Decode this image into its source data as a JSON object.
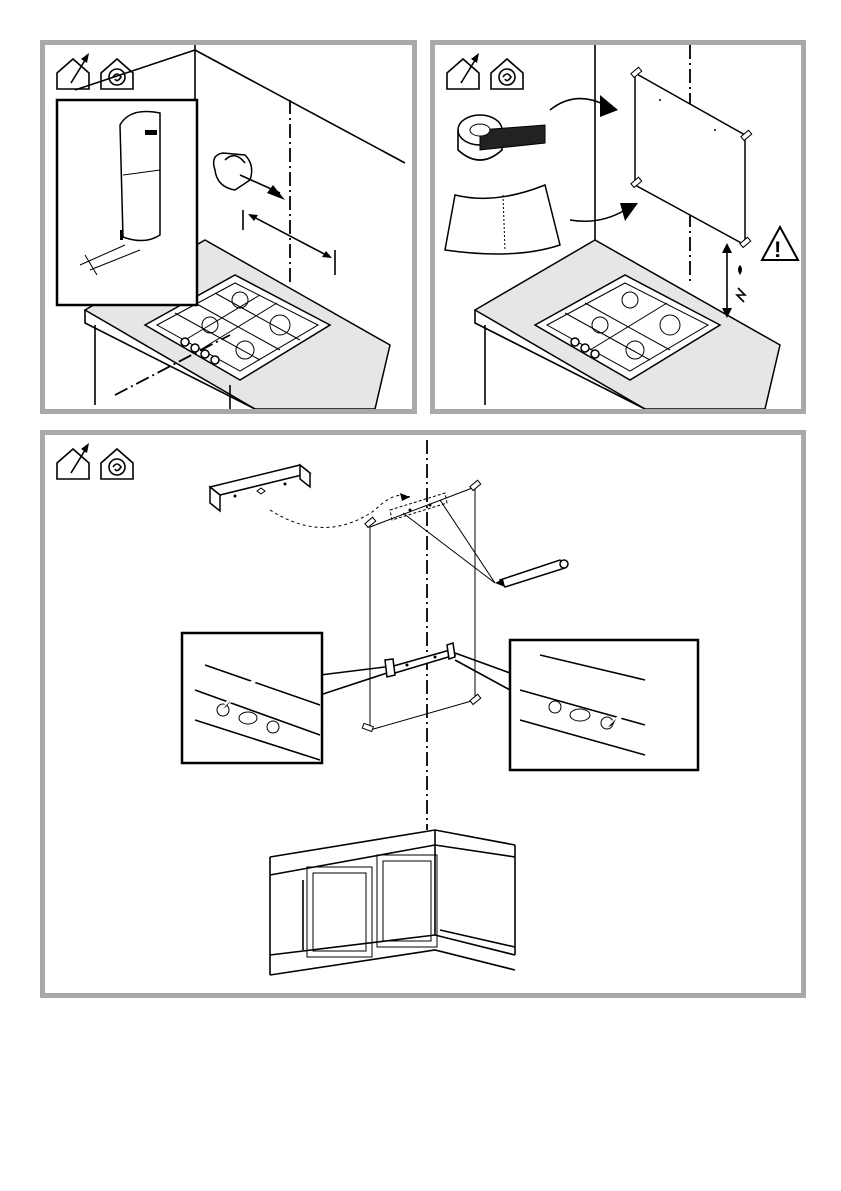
{
  "page": {
    "background": "#ffffff"
  },
  "panels": [
    {
      "id": "panel-1",
      "border_color": "#a9a9a9",
      "icons": [
        "house-arrow-icon",
        "house-spiral-icon"
      ]
    },
    {
      "id": "panel-2",
      "border_color": "#a9a9a9",
      "icons": [
        "house-arrow-icon",
        "house-spiral-icon"
      ],
      "warning_symbol": "!"
    },
    {
      "id": "panel-3",
      "border_color": "#a9a9a9",
      "icons": [
        "house-arrow-icon",
        "house-spiral-icon"
      ]
    }
  ],
  "colors": {
    "line": "#000000",
    "frame": "#a9a9a9",
    "shade": "#e6e6e6"
  }
}
